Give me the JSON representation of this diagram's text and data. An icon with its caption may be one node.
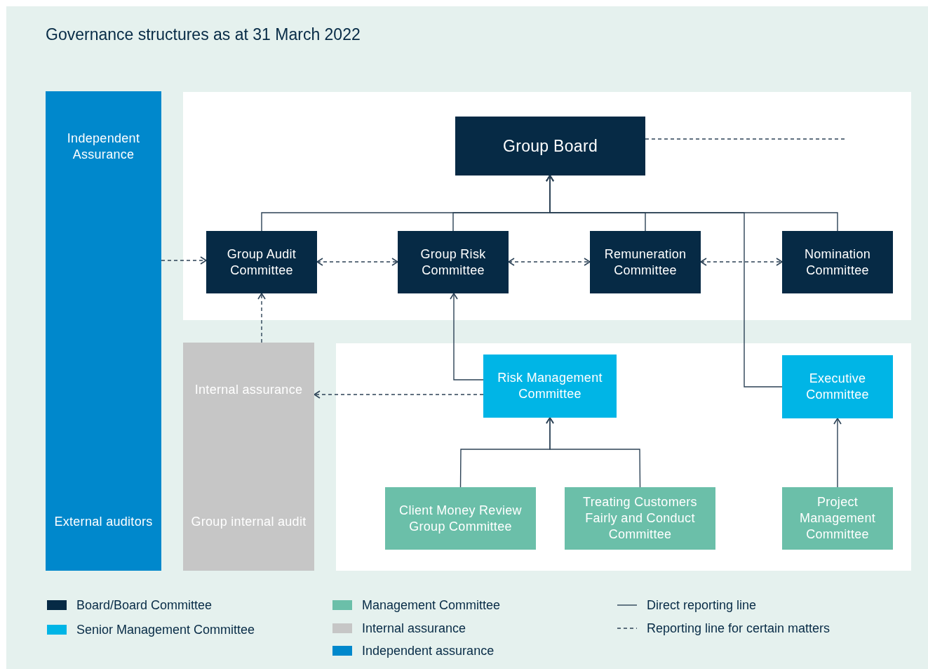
{
  "diagram": {
    "title": "Governance structures as at 31 March 2022",
    "nodes": [
      {
        "text": [
          "Independent Assurance",
          "External auditors"
        ]
      },
      {
        "text": [
          "Internal assurance",
          "Group internal audit"
        ]
      },
      {
        "text": [
          "Group Board"
        ]
      },
      {
        "text": [
          "Group Audit Committee"
        ]
      },
      {
        "text": [
          "Group Risk Committee"
        ]
      },
      {
        "text": [
          "Remuneration Committee"
        ]
      },
      {
        "text": [
          "Nomination Committee"
        ]
      },
      {
        "text": [
          "Risk Management Committee"
        ]
      },
      {
        "text": [
          "Executive Committee"
        ]
      },
      {
        "text": [
          "Client Money Review Group Committee"
        ]
      },
      {
        "text": [
          "Treating Customers Fairly and Conduct Committee"
        ]
      },
      {
        "text": [
          "Project Management Committee"
        ]
      }
    ],
    "edges": [
      {
        "from": 3,
        "to": 2,
        "arrow": "to"
      },
      {
        "from": 4,
        "to": 2,
        "arrow": "to"
      },
      {
        "from": 5,
        "to": 2,
        "arrow": "to"
      },
      {
        "from": 6,
        "to": 2,
        "arrow": "to"
      },
      {
        "from": 8,
        "to": 2,
        "arrow": "to"
      },
      {
        "from": 2,
        "to": null,
        "arrow": "none",
        "style": "dashed"
      },
      {
        "from": 0,
        "to": 3,
        "arrow": "to",
        "style": "dashed"
      },
      {
        "from": 3,
        "to": 4,
        "arrow": "both",
        "style": "dashed"
      },
      {
        "from": 4,
        "to": 5,
        "arrow": "both",
        "style": "dashed"
      },
      {
        "from": 5,
        "to": 6,
        "arrow": "both",
        "style": "dashed"
      },
      {
        "from": 1,
        "to": 3,
        "arrow": "to",
        "style": "dashed"
      },
      {
        "from": 7,
        "to": 4,
        "arrow": "to"
      },
      {
        "from": 7,
        "to": 1,
        "arrow": "to",
        "style": "dashed"
      },
      {
        "from": 9,
        "to": 7,
        "arrow": "to"
      },
      {
        "from": 10,
        "to": 7,
        "arrow": "to"
      },
      {
        "from": 11,
        "to": 8,
        "arrow": "to"
      }
    ],
    "legend": [
      {
        "text": "Board/Board Committee",
        "color": "#062a45"
      },
      {
        "text": "Senior Management Committee",
        "color": "#00b5e6"
      },
      {
        "text": "Management Committee",
        "color": "#6bbfa9"
      },
      {
        "text": "Internal assurance",
        "color": "#c6c6c6"
      },
      {
        "text": "Independent assurance",
        "color": "#0088cc"
      },
      {
        "text": "Direct reporting line"
      },
      {
        "text": "Reporting line for certain matters"
      }
    ]
  }
}
